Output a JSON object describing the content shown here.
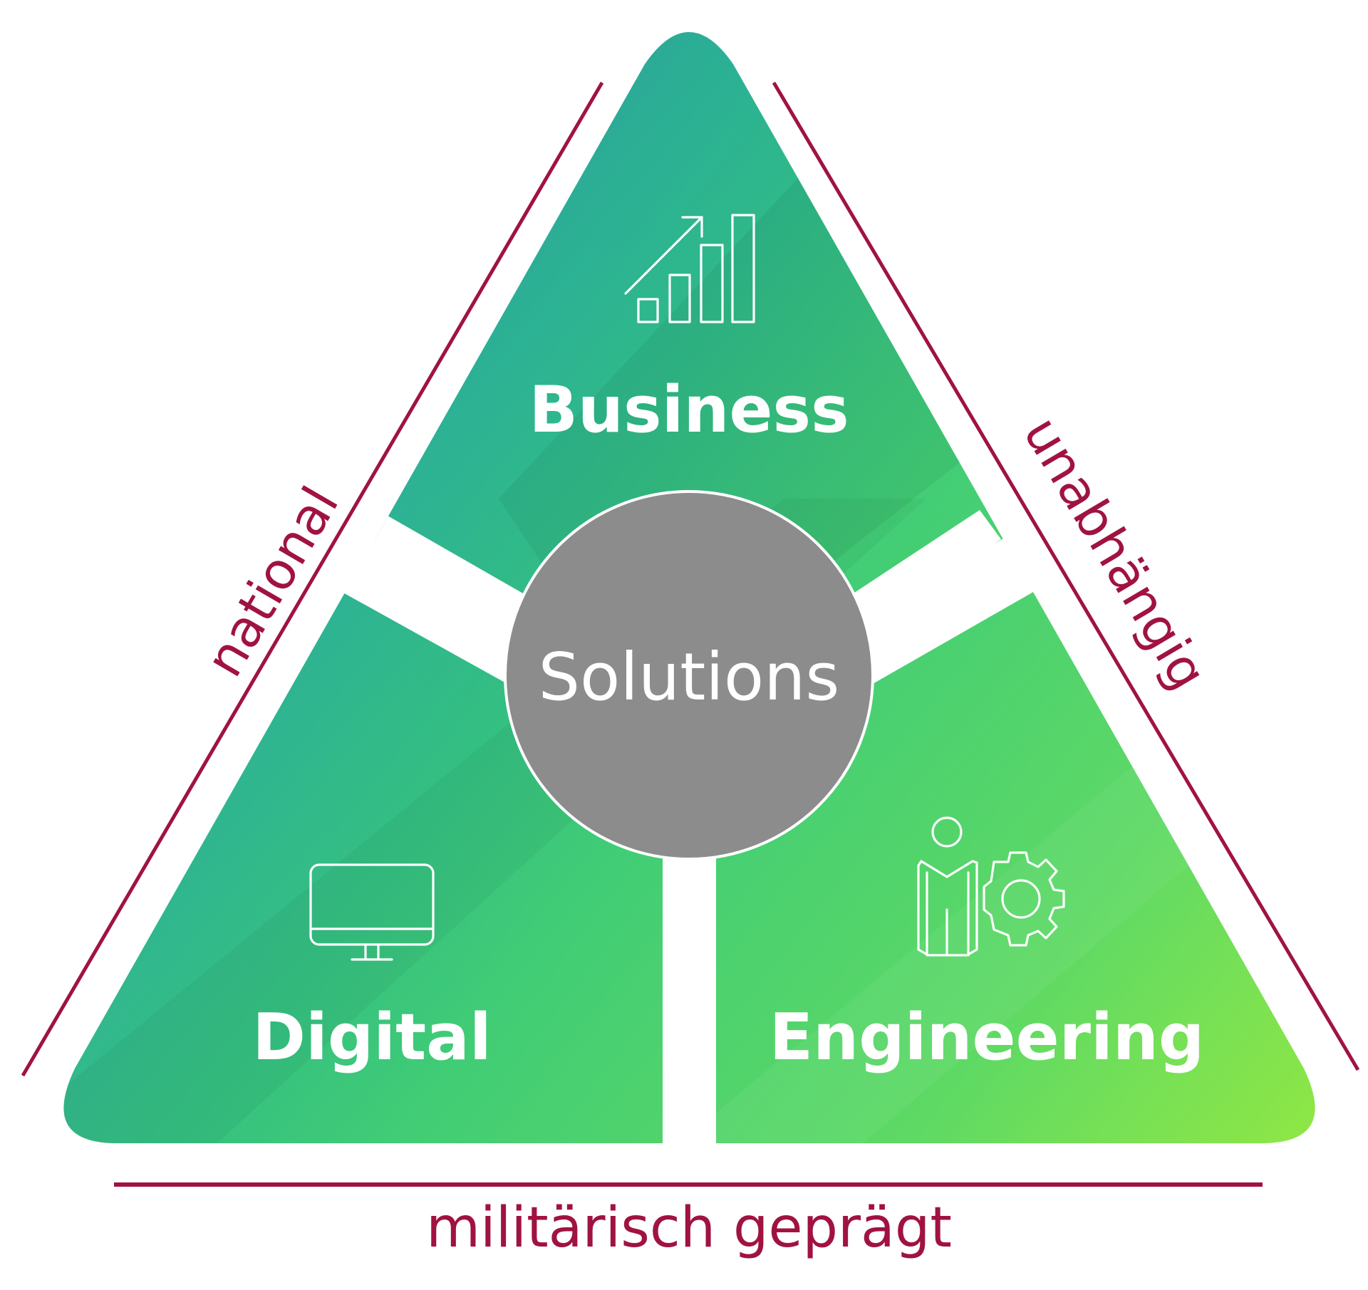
{
  "diagram": {
    "center": {
      "label": "Solutions",
      "fill": "#8c8c8c"
    },
    "segments": [
      {
        "id": "business",
        "label": "Business",
        "icon": "bar-chart-growth-icon"
      },
      {
        "id": "digital",
        "label": "Digital",
        "icon": "monitor-icon"
      },
      {
        "id": "engineering",
        "label": "Engineering",
        "icon": "person-gear-icon"
      }
    ],
    "sides": {
      "left": "national",
      "right": "unabhängig",
      "bottom": "militärisch geprägt"
    },
    "colors": {
      "accent_line": "#a01340",
      "gradient_start": "#1d8a9a",
      "gradient_mid": "#3ccf74",
      "gradient_end": "#86e03c",
      "text_on_shape": "#ffffff"
    }
  }
}
